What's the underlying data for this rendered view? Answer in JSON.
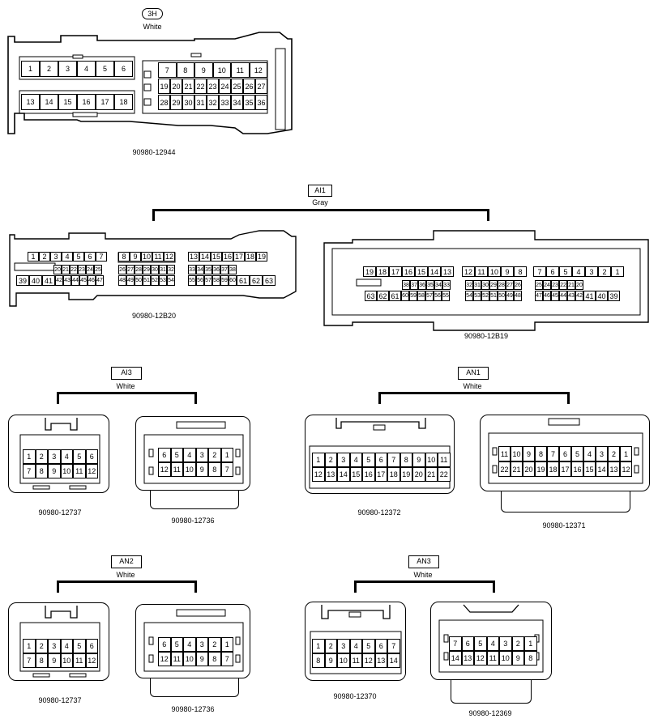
{
  "c3h": {
    "tag": "3H",
    "color": "White",
    "part": "90980-12944",
    "rowA": [
      "1",
      "2",
      "3",
      "4",
      "5",
      "6"
    ],
    "rowB": [
      "13",
      "14",
      "15",
      "16",
      "17",
      "18"
    ],
    "rowC": [
      "7",
      "8",
      "9",
      "10",
      "11",
      "12"
    ],
    "rowD": [
      "19",
      "20",
      "21",
      "22",
      "23",
      "24",
      "25",
      "26",
      "27"
    ],
    "rowE": [
      "28",
      "29",
      "30",
      "31",
      "32",
      "33",
      "34",
      "35",
      "36"
    ]
  },
  "ai1": {
    "tag": "AI1",
    "color": "Gray",
    "left": {
      "part": "90980-12B20",
      "r1a": [
        "1",
        "2",
        "3",
        "4",
        "5",
        "6",
        "7"
      ],
      "r1b": [
        "8",
        "9",
        "10",
        "11",
        "12"
      ],
      "r1c": [
        "13",
        "14",
        "15",
        "16",
        "17",
        "18",
        "19"
      ],
      "r2a": [
        "20",
        "21",
        "22",
        "23",
        "24",
        "25"
      ],
      "r2b": [
        "26",
        "27",
        "28",
        "29",
        "30",
        "31",
        "32"
      ],
      "r2c": [
        "33",
        "34",
        "35",
        "36",
        "37",
        "38"
      ],
      "r3a": [
        "39",
        "40",
        "41",
        "42",
        "43",
        "44",
        "45",
        "46",
        "47"
      ],
      "r3b": [
        "48",
        "49",
        "50",
        "51",
        "52",
        "53",
        "54"
      ],
      "r3c": [
        "55",
        "56",
        "57",
        "58",
        "59",
        "60",
        "61",
        "62",
        "63"
      ]
    },
    "right": {
      "part": "90980-12B19",
      "r1a": [
        "19",
        "18",
        "17",
        "16",
        "15",
        "14",
        "13"
      ],
      "r1b": [
        "12",
        "11",
        "10",
        "9",
        "8"
      ],
      "r1c": [
        "7",
        "6",
        "5",
        "4",
        "3",
        "2",
        "1"
      ],
      "r2a": [
        "38",
        "37",
        "36",
        "35",
        "34",
        "33"
      ],
      "r2b": [
        "32",
        "31",
        "30",
        "29",
        "28",
        "27",
        "26"
      ],
      "r2c": [
        "25",
        "24",
        "23",
        "22",
        "21",
        "20"
      ],
      "r3a": [
        "63",
        "62",
        "61",
        "60",
        "59",
        "58",
        "57",
        "56",
        "55"
      ],
      "r3b": [
        "54",
        "53",
        "52",
        "51",
        "50",
        "49",
        "48"
      ],
      "r3c": [
        "47",
        "46",
        "45",
        "44",
        "43",
        "42",
        "41",
        "40",
        "39"
      ]
    }
  },
  "ai3": {
    "tag": "AI3",
    "color": "White",
    "left": {
      "part": "90980-12737",
      "r1": [
        "1",
        "2",
        "3",
        "4",
        "5",
        "6"
      ],
      "r2": [
        "7",
        "8",
        "9",
        "10",
        "11",
        "12"
      ]
    },
    "right": {
      "part": "90980-12736",
      "r1": [
        "6",
        "5",
        "4",
        "3",
        "2",
        "1"
      ],
      "r2": [
        "12",
        "11",
        "10",
        "9",
        "8",
        "7"
      ]
    }
  },
  "an1": {
    "tag": "AN1",
    "color": "White",
    "left": {
      "part": "90980-12372",
      "r1": [
        "1",
        "2",
        "3",
        "4",
        "5",
        "6",
        "7",
        "8",
        "9",
        "10",
        "11"
      ],
      "r2": [
        "12",
        "13",
        "14",
        "15",
        "16",
        "17",
        "18",
        "19",
        "20",
        "21",
        "22"
      ]
    },
    "right": {
      "part": "90980-12371",
      "r1": [
        "11",
        "10",
        "9",
        "8",
        "7",
        "6",
        "5",
        "4",
        "3",
        "2",
        "1"
      ],
      "r2": [
        "22",
        "21",
        "20",
        "19",
        "18",
        "17",
        "16",
        "15",
        "14",
        "13",
        "12"
      ]
    }
  },
  "an2": {
    "tag": "AN2",
    "color": "White",
    "left": {
      "part": "90980-12737",
      "r1": [
        "1",
        "2",
        "3",
        "4",
        "5",
        "6"
      ],
      "r2": [
        "7",
        "8",
        "9",
        "10",
        "11",
        "12"
      ]
    },
    "right": {
      "part": "90980-12736",
      "r1": [
        "6",
        "5",
        "4",
        "3",
        "2",
        "1"
      ],
      "r2": [
        "12",
        "11",
        "10",
        "9",
        "8",
        "7"
      ]
    }
  },
  "an3": {
    "tag": "AN3",
    "color": "White",
    "left": {
      "part": "90980-12370",
      "r1": [
        "1",
        "2",
        "3",
        "4",
        "5",
        "6",
        "7"
      ],
      "r2": [
        "8",
        "9",
        "10",
        "11",
        "12",
        "13",
        "14"
      ]
    },
    "right": {
      "part": "90980-12369",
      "r1": [
        "7",
        "6",
        "5",
        "4",
        "3",
        "2",
        "1"
      ],
      "r2": [
        "14",
        "13",
        "12",
        "11",
        "10",
        "9",
        "8"
      ]
    }
  }
}
